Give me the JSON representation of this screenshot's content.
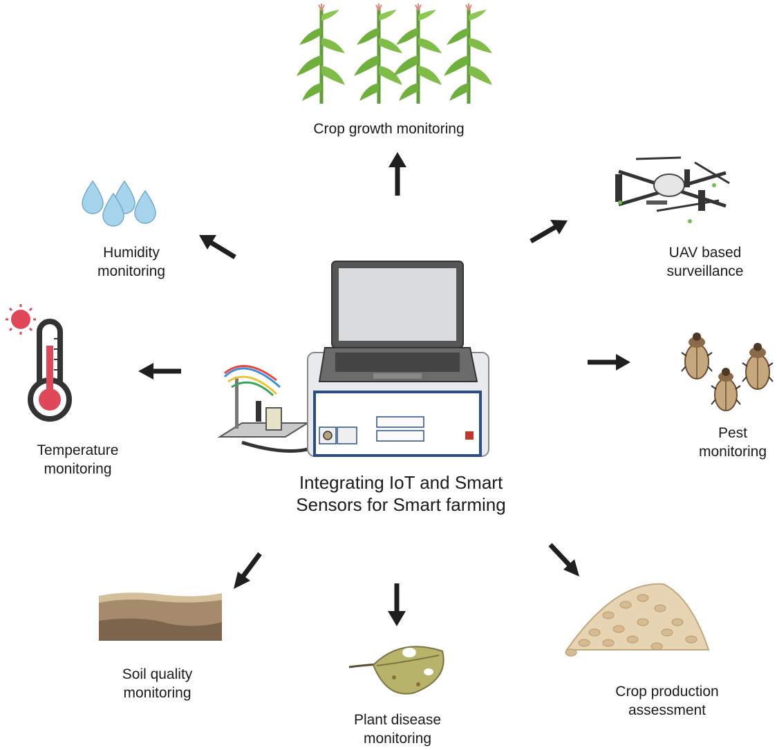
{
  "center": {
    "title_line1": "Integrating IoT and Smart",
    "title_line2": "Sensors for Smart farming"
  },
  "nodes": {
    "crop_growth": {
      "line1": "Crop growth monitoring"
    },
    "humidity": {
      "line1": "Humidity",
      "line2": "monitoring"
    },
    "uav": {
      "line1": "UAV based",
      "line2": "surveillance"
    },
    "temperature": {
      "line1": "Temperature",
      "line2": "monitoring"
    },
    "pest": {
      "line1": "Pest",
      "line2": "monitoring"
    },
    "soil": {
      "line1": "Soil quality",
      "line2": "monitoring"
    },
    "plant_disease": {
      "line1": "Plant disease",
      "line2": "monitoring"
    },
    "crop_production": {
      "line1": "Crop production",
      "line2": "assessment"
    }
  },
  "icons": [
    "corn-plant-icon",
    "water-drop-icon",
    "drone-icon",
    "thermometer-icon",
    "sun-icon",
    "beetle-icon",
    "soil-layer-icon",
    "diseased-leaf-icon",
    "grain-pile-icon",
    "laptop-icon",
    "sensor-device-icon",
    "electrode-stand-icon"
  ],
  "colors": {
    "arrow": "#1f1f1f",
    "leaf_green": "#5f9e34",
    "water_blue": "#a6d4ec",
    "thermo_red": "#e0485a",
    "device_blue": "#2a4d8a"
  }
}
